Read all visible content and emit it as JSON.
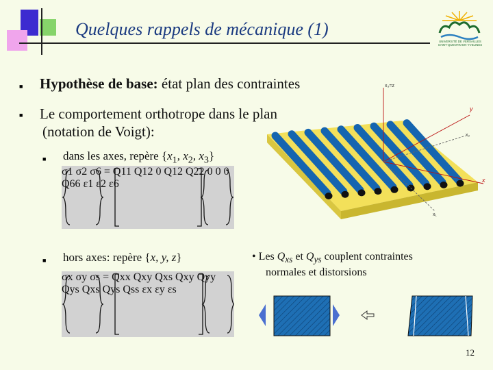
{
  "title": "Quelques rappels de mécanique (1)",
  "logo": {
    "text_line1": "UNIVERSITÉ DE VERSAILLES",
    "text_line2": "SAINT-QUENTIN-EN-YVELINES"
  },
  "bullets": {
    "b1_bold": "Hypothèse de base:",
    "b1_rest": " état plan des contraintes",
    "b2_line1": "Le comportement orthotrope dans le plan",
    "b2_line2": "(notation de Voigt):",
    "sub1_prefix": "dans les axes, repère {",
    "sub1_suffix": "}",
    "sub2_prefix": "hors axes: repère {",
    "sub2_vars": "x, y, z",
    "sub2_suffix": "}",
    "note_line1_a": "• Les ",
    "note_q1": "Q",
    "note_q1_sub": "xs",
    "note_mid": " et ",
    "note_q2": "Q",
    "note_q2_sub": "ys",
    "note_line1_b": " couplent contraintes",
    "note_line2": "normales et distorsions"
  },
  "repere1": {
    "x1": "x",
    "s1": "1",
    "x2": "x",
    "s2": "2",
    "x3": "x",
    "s3": "3",
    "sep": ", "
  },
  "matrix1": {
    "lhs": [
      "σ1",
      "σ2",
      "σ6"
    ],
    "eq": "=",
    "Q": [
      [
        "Q11",
        "Q12",
        "0"
      ],
      [
        "Q12",
        "Q22",
        "0"
      ],
      [
        "0",
        "0",
        "Q66"
      ]
    ],
    "rhs": [
      "ε1",
      "ε2",
      "ε6"
    ]
  },
  "matrix2": {
    "lhs": [
      "σx",
      "σy",
      "σs"
    ],
    "eq": "=",
    "Q": [
      [
        "Qxx",
        "Qxy",
        "Qxs"
      ],
      [
        "Qxy",
        "Qyy",
        "Qys"
      ],
      [
        "Qxs",
        "Qys",
        "Qss"
      ]
    ],
    "rhs": [
      "εx",
      "εy",
      "εs"
    ]
  },
  "diagram": {
    "axis_x3z": "x₃=z",
    "axis_y": "y",
    "axis_x2": "x₂",
    "axis_x": "x",
    "axis_x1": "x₁"
  },
  "page_number": "12",
  "colors": {
    "background": "#f7fbe8",
    "title": "#1a3a80",
    "fiber": "#1565b0",
    "plate": "#f3e05a",
    "arrow": "#4a6fd0",
    "panel": "#1e6fb4"
  }
}
